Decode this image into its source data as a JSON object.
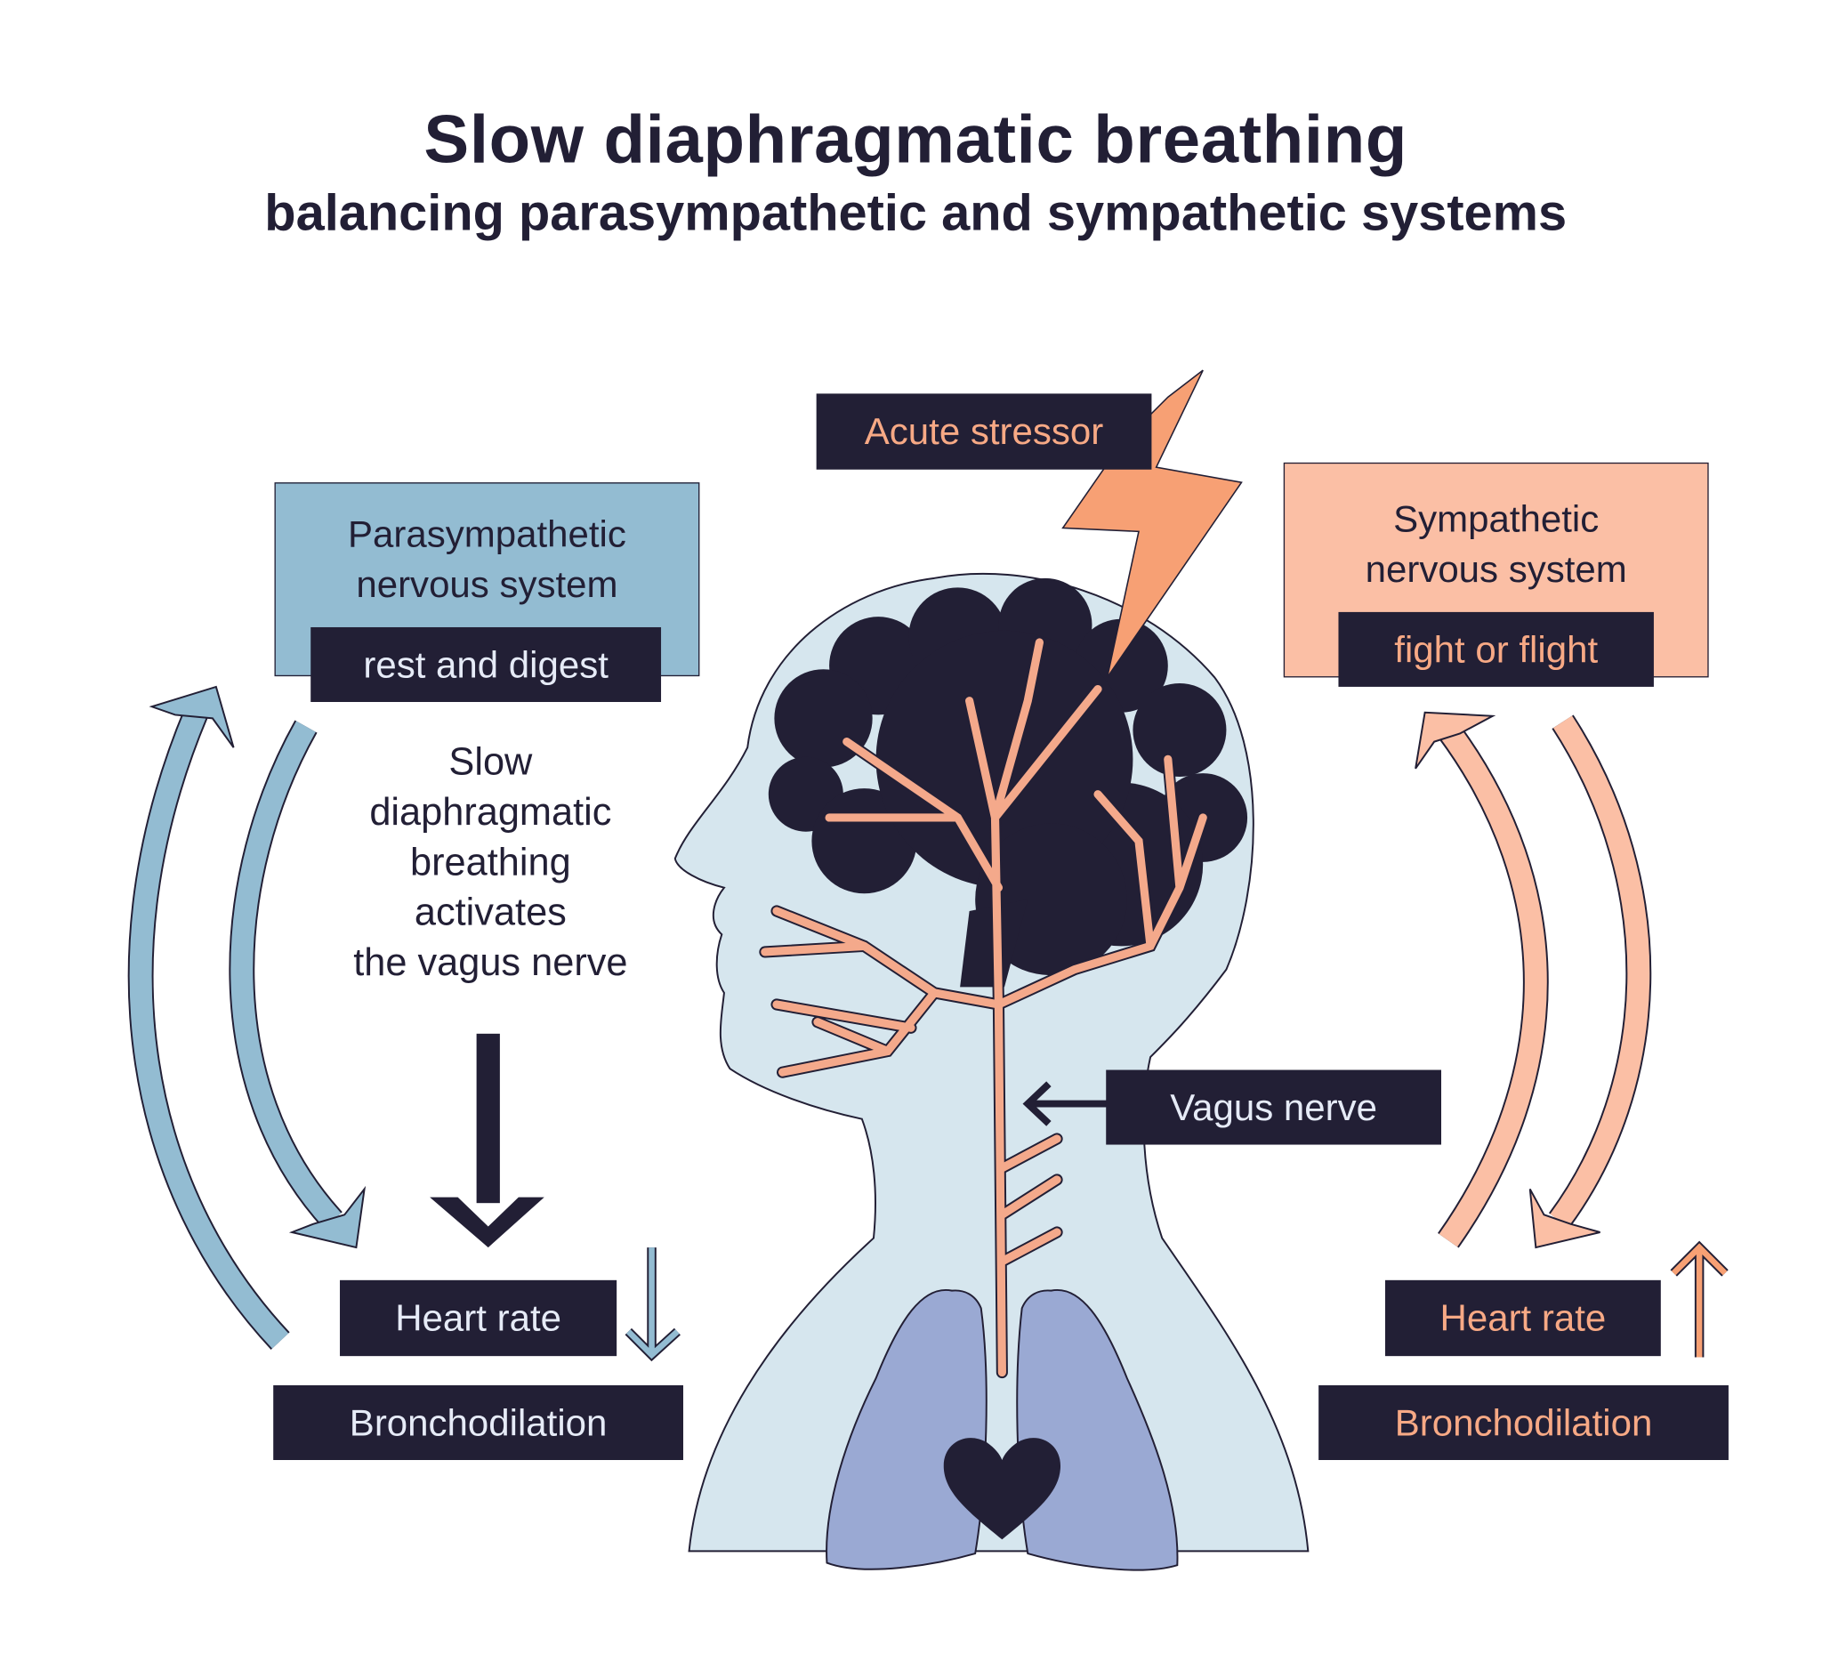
{
  "header": {
    "title": "Slow diaphragmatic breathing",
    "subtitle": "balancing parasympathetic and sympathetic systems"
  },
  "parasympathetic": {
    "title_line1": "Parasympathetic",
    "title_line2": "nervous system",
    "tag": "rest and digest",
    "color": "#93bcd2"
  },
  "sympathetic": {
    "title_line1": "Sympathetic",
    "title_line2": "nervous system",
    "tag": "fight or flight",
    "color": "#fbbfa5"
  },
  "stressor": {
    "label": "Acute stressor",
    "icon": "lightning-bolt-icon"
  },
  "vagus": {
    "label": "Vagus nerve"
  },
  "explanation": {
    "lines": [
      "Slow",
      "diaphragmatic",
      "breathing",
      "activates",
      "the vagus nerve"
    ]
  },
  "left_effects": {
    "heart_rate": "Heart rate",
    "heart_rate_trend": "down",
    "bronchodilation": "Bronchodilation"
  },
  "right_effects": {
    "heart_rate": "Heart rate",
    "heart_rate_trend": "up",
    "bronchodilation": "Bronchodilation"
  },
  "colors": {
    "dark": "#221f35",
    "blue": "#93bcd2",
    "salmon": "#fbbfa5",
    "orange": "#f7a074",
    "head": "#d6e6ee",
    "lungs": "#9aa9d3"
  }
}
